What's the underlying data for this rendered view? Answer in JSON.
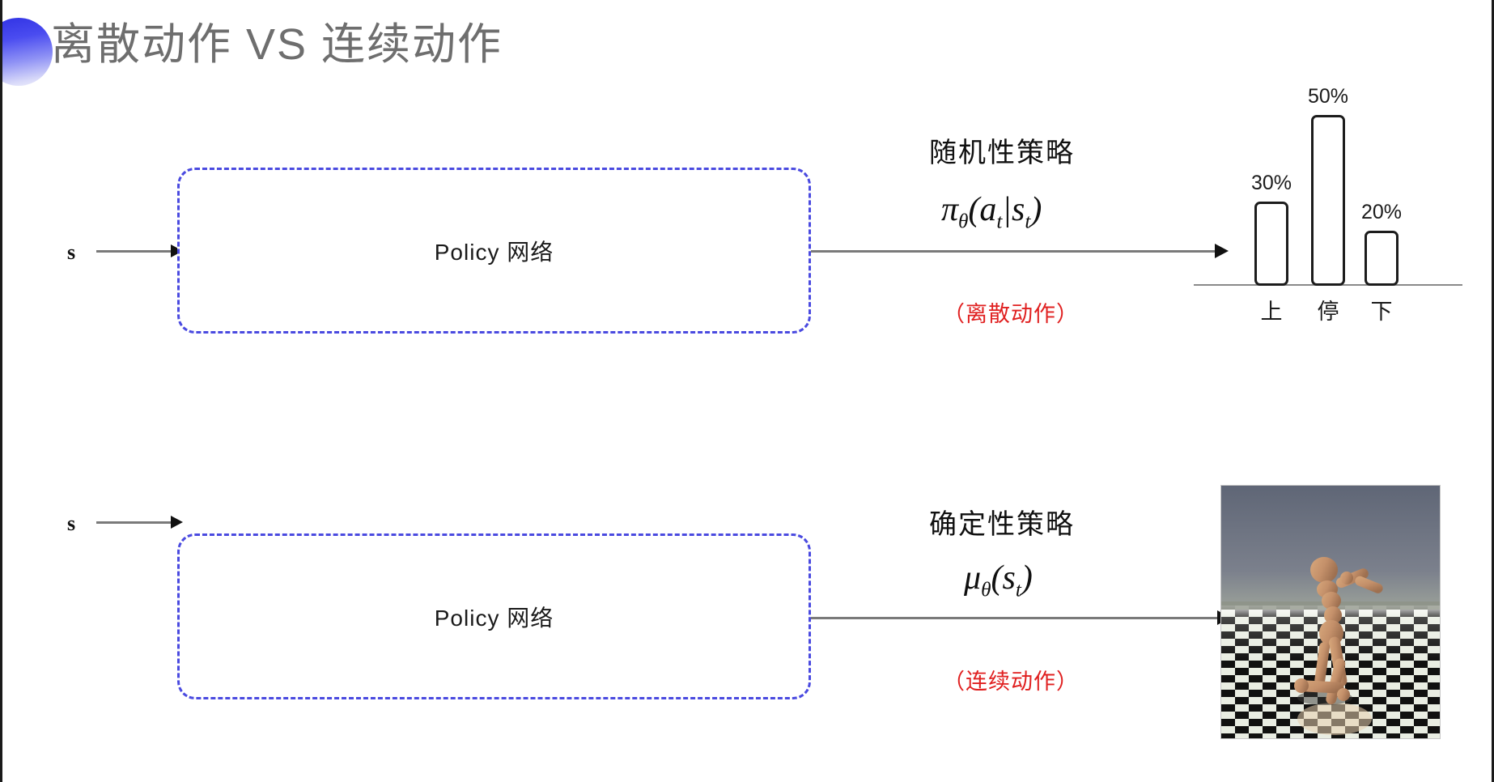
{
  "slide": {
    "title": "离散动作 VS 连续动作",
    "title_color": "#6e6e6e",
    "accent_color": "#3b3de8",
    "note_color": "#e02020",
    "box_border_color": "#4a4ae0",
    "background": "#ffffff"
  },
  "rows": [
    {
      "id": "discrete",
      "input_label": "s",
      "box_label": "Policy 网络",
      "policy_kind": "随机性策略",
      "formula_plain": "π_θ(a_t|s_t)",
      "note": "（离散动作）"
    },
    {
      "id": "continuous",
      "input_label": "s",
      "box_label": "Policy 网络",
      "policy_kind": "确定性策略",
      "formula_plain": "μ_θ(s_t)",
      "note": "（连续动作）"
    }
  ],
  "chart_data": {
    "type": "bar",
    "title": "",
    "xlabel": "",
    "ylabel": "",
    "categories": [
      "上",
      "停",
      "下"
    ],
    "values": [
      30,
      50,
      20
    ],
    "value_labels": [
      "30%",
      "50%",
      "20%"
    ],
    "ylim": [
      0,
      55
    ],
    "grid": false,
    "legend": "none",
    "bar_fill": "#ffffff",
    "bar_stroke": "#1c1c1c",
    "axis_color": "#8a8a8a"
  },
  "sim_image": {
    "caption": "",
    "description": "humanoid-simulation",
    "sky_color": "#6f7584",
    "body_color": "#c99a6e",
    "floor_light": "#e8ece1",
    "floor_dark": "#10100f"
  }
}
